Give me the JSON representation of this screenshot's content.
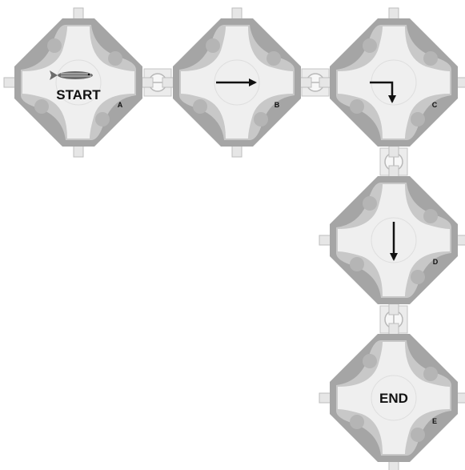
{
  "figure": {
    "chambers": [
      {
        "id": "A",
        "letter": "A",
        "text": "START",
        "marker": "fish"
      },
      {
        "id": "B",
        "letter": "B",
        "text": "",
        "marker": "arrow-right"
      },
      {
        "id": "C",
        "letter": "C",
        "text": "",
        "marker": "arrow-turn-down"
      },
      {
        "id": "D",
        "letter": "D",
        "text": "",
        "marker": "arrow-down"
      },
      {
        "id": "E",
        "letter": "E",
        "text": "END",
        "marker": "none"
      }
    ],
    "connectors": [
      {
        "from": "A",
        "to": "B",
        "icon": "valve-icon"
      },
      {
        "from": "B",
        "to": "C",
        "icon": "valve-icon"
      },
      {
        "from": "C",
        "to": "D",
        "icon": "valve-icon"
      },
      {
        "from": "D",
        "to": "E",
        "icon": "valve-icon"
      }
    ],
    "colors": {
      "outer": "#a5a5a5",
      "middle": "#c8c8c8",
      "inner": "#efefef",
      "port": "#e6e6e6",
      "port_stroke": "#bdbdbd",
      "arrow": "#111111"
    }
  }
}
